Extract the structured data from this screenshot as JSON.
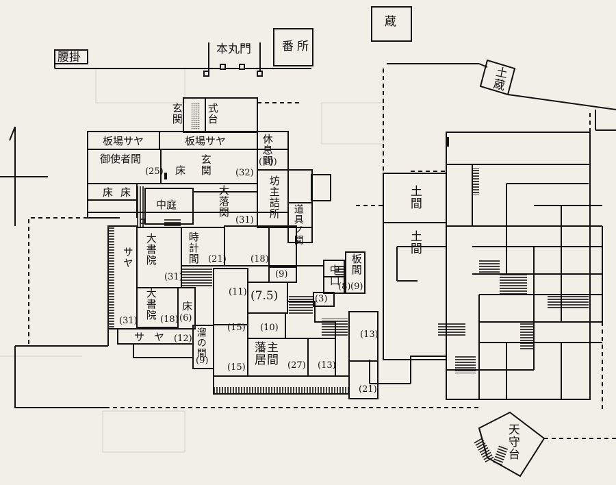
{
  "plan": {
    "buildings": {
      "koshikake": "腰掛",
      "honmaru_gate": "本丸門",
      "bansho": "番所",
      "kura": "蔵",
      "dozo": "土蔵",
      "tenshudai": "天守台"
    },
    "rooms": {
      "genkan_small": "玄関",
      "shikidai": "式台",
      "itaba_saya_left": "板場サヤ",
      "itaba_saya_right": "板場サヤ",
      "kyusoku_ma": "休息間",
      "otsukaisha_ma": "御使者間",
      "toko_upper": "床",
      "genkan_main": "玄関",
      "toko_left_1": "床",
      "toko_left_2": "床",
      "nakaniwa": "中庭",
      "oochi_seki": "大落関",
      "bouzu_tsume_sho": "坊主詰所",
      "dougu_ma": "道具ノ間",
      "doma_1": "土間",
      "doma_2": "土間",
      "saya_left": "サヤ",
      "ooshoin_1": "大書院",
      "tokei_ma": "時計間",
      "nakaguchi": "中口",
      "itama": "板間",
      "ooshoin_2": "大書院",
      "toko_small": "床",
      "saya_bottom": "サヤ",
      "tamari_no_ma": "溜の間",
      "hanshu_ima": "藩主居間"
    },
    "sizes": {
      "otsukaisha": "(25)",
      "genkan": "(32)",
      "kyusoku": "(10)",
      "oochi": "(31)",
      "ooshoin_1": "(31)",
      "tokei": "(21)",
      "row_18": "(18)",
      "row_9a": "(9)",
      "nakaguchi": "(8)",
      "itama": "(9)",
      "row_11": "(11)",
      "row_7_5": "(7.5)",
      "row_3": "(3)",
      "saya_left": "(31)",
      "ooshoin_2": "(18)",
      "toko": "(6)",
      "saya_bottom": "(12)",
      "tamari": "(9)",
      "row_15a": "(15)",
      "row_10": "(10)",
      "row_13a": "(13)",
      "row_15b": "(15)",
      "hanshu": "(27)",
      "row_13b": "(13)",
      "row_21": "(21)"
    }
  },
  "colors": {
    "ink": "#111111",
    "paper": "#f2efe8",
    "ghost": "#c8c4bb"
  }
}
